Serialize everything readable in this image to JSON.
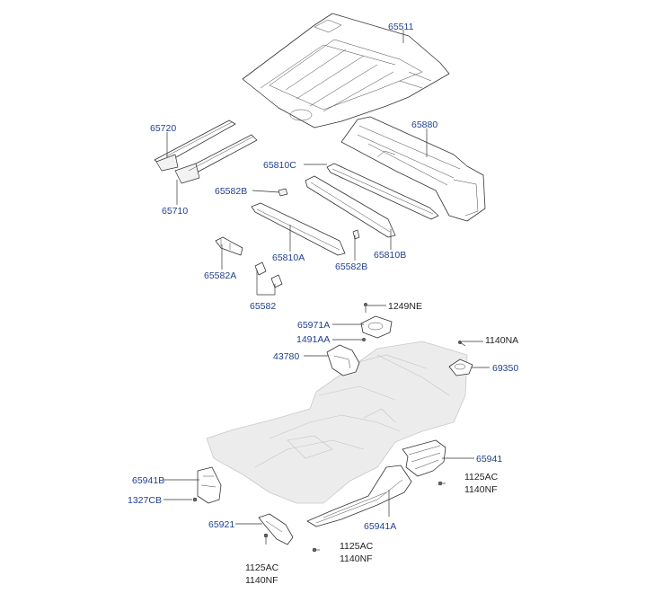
{
  "callouts": {
    "p65511": "65511",
    "p65720": "65720",
    "p65710": "65710",
    "p65880": "65880",
    "p65810C": "65810C",
    "p65582B_1": "65582B",
    "p65810A": "65810A",
    "p65582B_2": "65582B",
    "p65810B": "65810B",
    "p65582A": "65582A",
    "p65582": "65582",
    "p1249NE": "1249NE",
    "p65971A": "65971A",
    "p1491AA": "1491AA",
    "p1140NA": "1140NA",
    "p43780": "43780",
    "p69350": "69350",
    "p65941": "65941",
    "p65941B": "65941B",
    "p1125AC_1": "1125AC",
    "p1140NF_1": "1140NF",
    "p1327CB": "1327CB",
    "p65921": "65921",
    "p65941A": "65941A",
    "p1125AC_2": "1125AC",
    "p1140NF_2": "1140NF",
    "p1125AC_3": "1125AC",
    "p1140NF_3": "1140NF"
  },
  "colors": {
    "label": "#1f3f8f",
    "label_dark": "#222222",
    "line": "#333333",
    "floor_fill": "#ececec"
  }
}
